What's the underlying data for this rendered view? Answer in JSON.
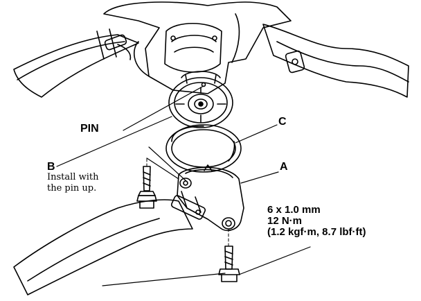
{
  "callouts": {
    "pin": "PIN",
    "b": "B",
    "c": "C",
    "a": "A"
  },
  "note": {
    "line1": "Install with",
    "line2": "the pin up."
  },
  "torque_spec": {
    "size": "6 x 1.0 mm",
    "torque_nm": "12 N·m",
    "torque_alt": "(1.2 kgf·m, 8.7 lbf·ft)"
  },
  "colors": {
    "line": "#000000",
    "background": "#ffffff"
  }
}
